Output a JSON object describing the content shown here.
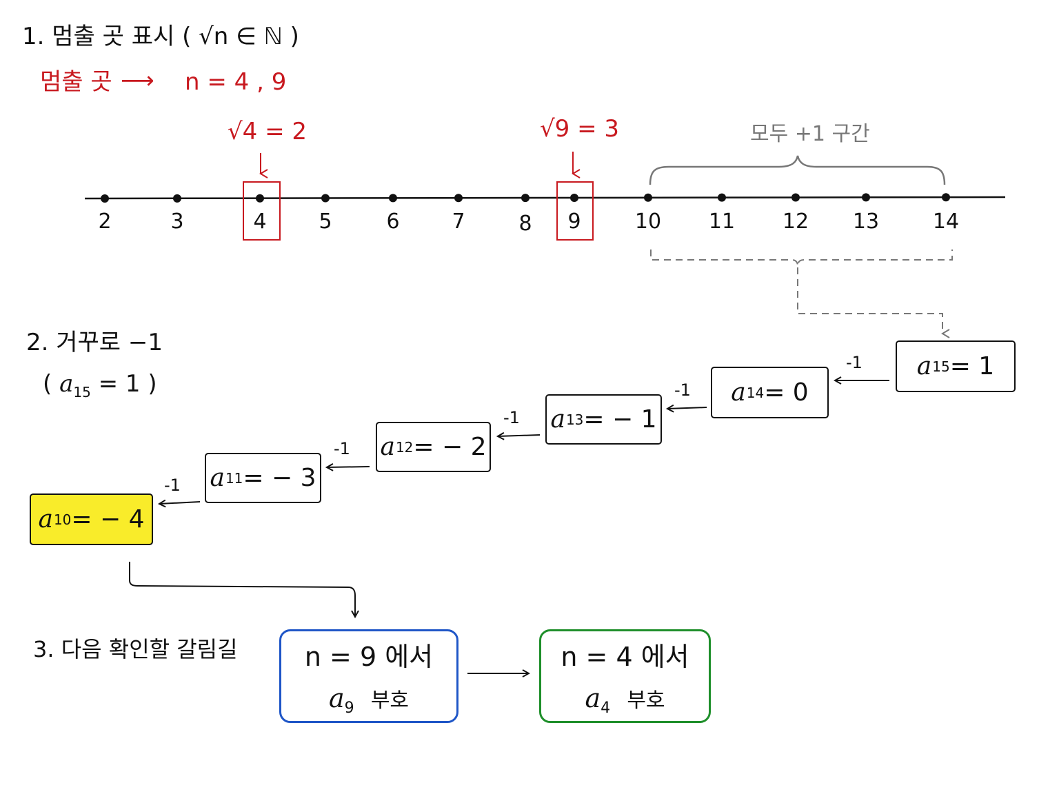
{
  "section1": {
    "heading": "1. 멈출 곳 표시 ( √n ∈ ℕ )",
    "stop_label": "멈출 곳",
    "stop_arrow": "⟶",
    "stop_values": "n = 4 , 9"
  },
  "number_line": {
    "ticks": [
      "2",
      "3",
      "4",
      "5",
      "6",
      "7",
      "8",
      "9",
      "10",
      "11",
      "12",
      "13",
      "14"
    ],
    "highlighted": [
      "4",
      "9"
    ],
    "sqrt4_label": "√4 = 2",
    "sqrt9_label": "√9 = 3",
    "range_label": "모두 +1 구간"
  },
  "section2": {
    "heading": "2. 거꾸로 −1",
    "initial_var": "a",
    "initial_sub": "15",
    "initial_val": " = 1",
    "step_label": "-1",
    "boxes": [
      {
        "sub": "15",
        "val": " = 1"
      },
      {
        "sub": "14",
        "val": " = 0"
      },
      {
        "sub": "13",
        "val": " = − 1"
      },
      {
        "sub": "12",
        "val": " = − 2"
      },
      {
        "sub": "11",
        "val": " = − 3"
      },
      {
        "sub": "10",
        "val": " = − 4"
      }
    ]
  },
  "section3": {
    "heading": "3. 다음 확인할 갈림길",
    "box1_line1": "n = 9 에서",
    "box1_var": "a",
    "box1_sub": "9",
    "box1_word": "부호",
    "box2_line1": "n = 4 에서",
    "box2_var": "a",
    "box2_sub": "4",
    "box2_word": "부호"
  },
  "colors": {
    "red": "#c8191f",
    "gray": "#777777",
    "yellow": "#f9ec2a",
    "blue": "#1f56c7",
    "green": "#1f8f2b"
  }
}
